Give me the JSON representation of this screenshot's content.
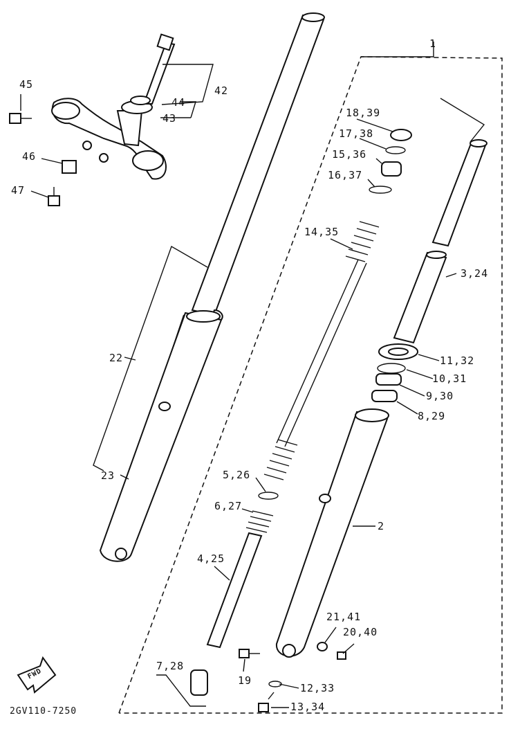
{
  "diagram": {
    "labels": {
      "l1": "1",
      "l2": "2",
      "l3": "3,24",
      "l4": "4,25",
      "l5": "5,26",
      "l6": "6,27",
      "l7": "7,28",
      "l8": "8,29",
      "l9": "9,30",
      "l10": "10,31",
      "l11": "11,32",
      "l12": "12,33",
      "l13": "13,34",
      "l14": "14,35",
      "l15": "15,36",
      "l16": "16,37",
      "l17": "17,38",
      "l18": "18,39",
      "l19": "19",
      "l20": "20,40",
      "l21": "21,41",
      "l22": "22",
      "l23": "23",
      "l42": "42",
      "l43": "43",
      "l44": "44",
      "l45": "45",
      "l46": "46",
      "l47": "47"
    },
    "fwd_badge": "FWD",
    "drawing_code": "2GV110-7250"
  }
}
